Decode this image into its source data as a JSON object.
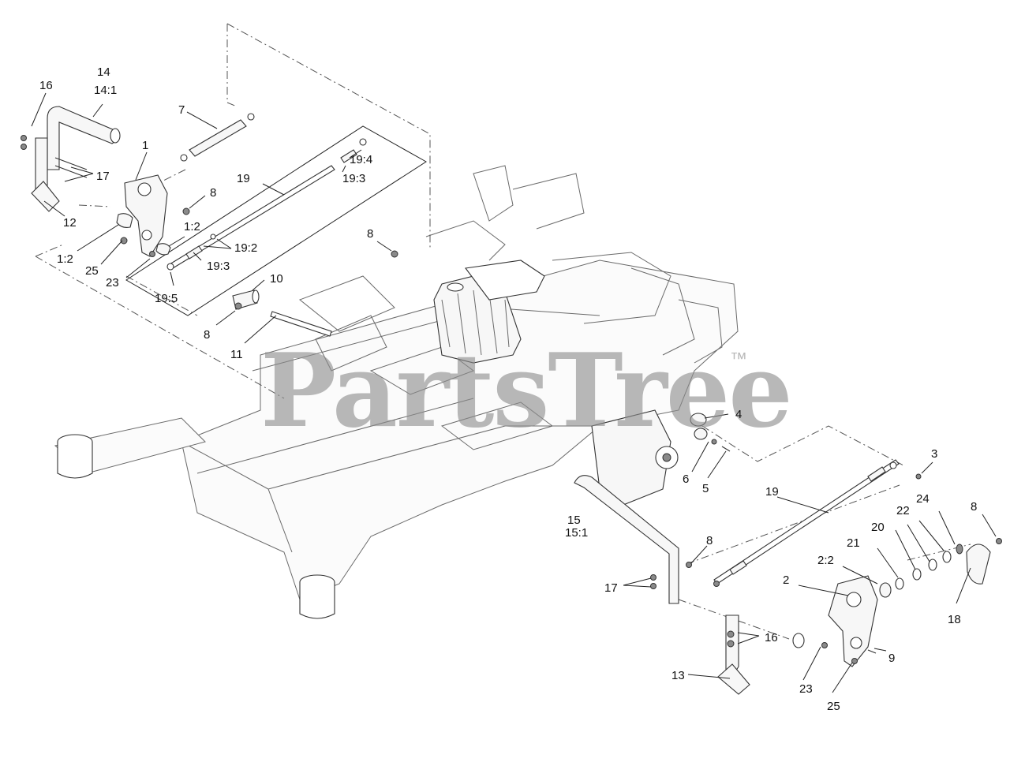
{
  "watermark": {
    "brand": "PartsTree",
    "trademark": "™"
  },
  "callouts": [
    "16",
    "14",
    "14:1",
    "7",
    "1",
    "17",
    "19",
    "19:4",
    "19:3",
    "8",
    "12",
    "1:2",
    "1:2",
    "25",
    "23",
    "19:2",
    "19:3",
    "10",
    "19:5",
    "8",
    "11",
    "8",
    "4",
    "6",
    "5",
    "3",
    "19",
    "24",
    "8",
    "15",
    "15:1",
    "22",
    "20",
    "21",
    "8",
    "2:2",
    "2",
    "17",
    "18",
    "16",
    "9",
    "13",
    "23",
    "25"
  ]
}
